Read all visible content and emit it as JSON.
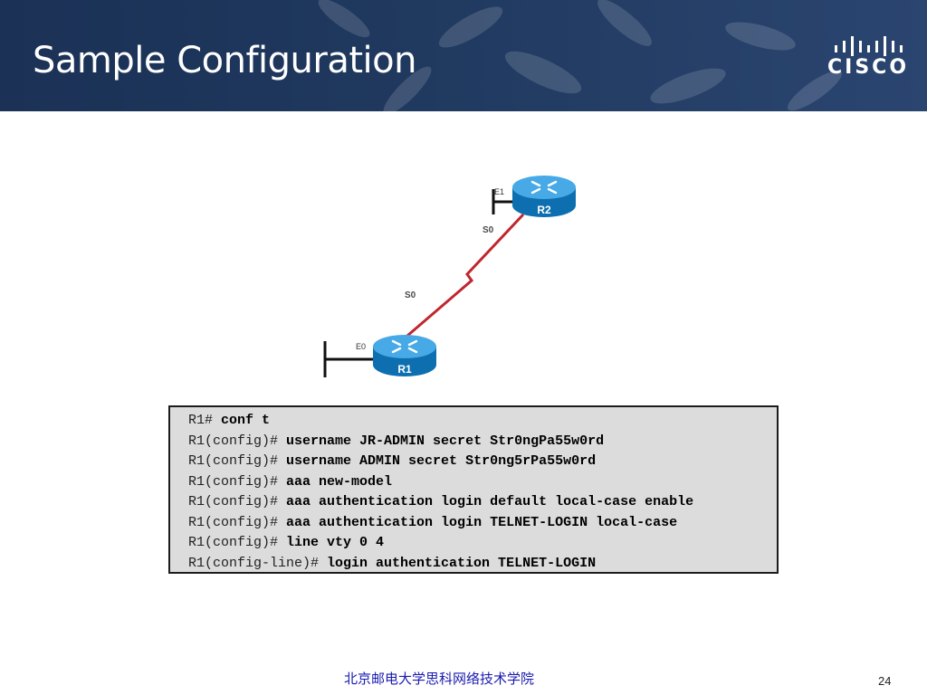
{
  "slide": {
    "title": "Sample Configuration",
    "logo_text": "CISCO"
  },
  "diagram": {
    "routers": [
      {
        "name": "R2"
      },
      {
        "name": "R1"
      }
    ],
    "interfaces": {
      "r2_ethernet": "E1",
      "r2_serial": "S0",
      "r1_serial": "S0",
      "r1_ethernet": "E0"
    },
    "colors": {
      "router_blue": "#1f8fd6",
      "serial_link": "#c0272d"
    },
    "icons": [
      "router-icon",
      "serial-link-zigzag",
      "ethernet-segment"
    ]
  },
  "cli": {
    "lines": [
      {
        "prompt": "R1# ",
        "command": "conf t"
      },
      {
        "prompt": "R1(config)# ",
        "command": "username JR-ADMIN secret Str0ngPa55w0rd"
      },
      {
        "prompt": "R1(config)# ",
        "command": "username ADMIN secret Str0ng5rPa55w0rd"
      },
      {
        "prompt": "R1(config)# ",
        "command": "aaa new-model"
      },
      {
        "prompt": "R1(config)# ",
        "command": "aaa authentication login default local-case enable"
      },
      {
        "prompt": "R1(config)# ",
        "command": "aaa authentication login TELNET-LOGIN local-case"
      },
      {
        "prompt": "R1(config)# ",
        "command": "line vty 0 4"
      },
      {
        "prompt": "R1(config-line)# ",
        "command": "login authentication TELNET-LOGIN"
      }
    ]
  },
  "footer": {
    "institution": "北京邮电大学思科网络技术学院",
    "page_number": "24"
  }
}
